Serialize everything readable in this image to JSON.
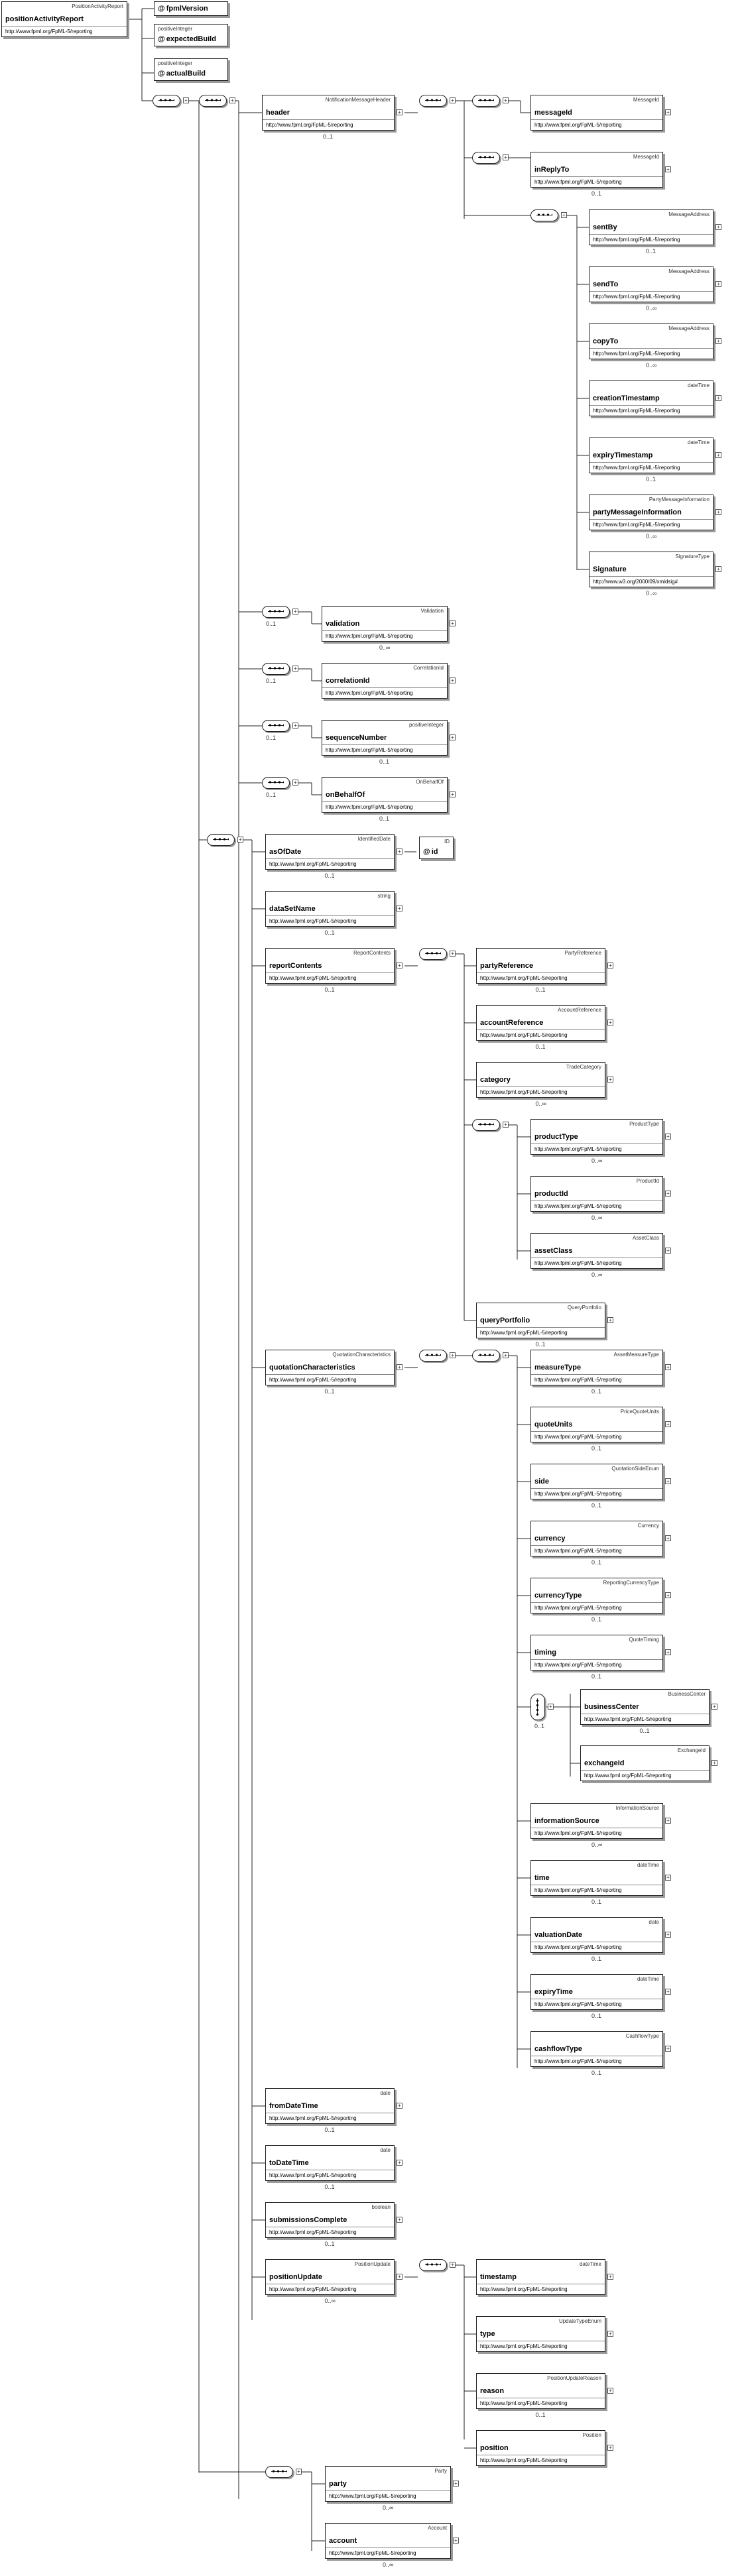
{
  "root": {
    "type": "PositionActivityReport",
    "name": "positionActivityReport",
    "ns": "http://www.fpml.org/FpML-5/reporting"
  },
  "attributes": [
    {
      "name": "fpmlVersion",
      "type": ""
    },
    {
      "name": "expectedBuild",
      "type": "positiveInteger"
    },
    {
      "name": "actualBuild",
      "type": "positiveInteger"
    }
  ],
  "nodes": [
    {
      "id": "header",
      "name": "header",
      "type": "NotificationMessageHeader",
      "card": "0..1"
    },
    {
      "id": "messageId",
      "name": "messageId",
      "type": "MessageId",
      "card": ""
    },
    {
      "id": "inReplyTo",
      "name": "inReplyTo",
      "type": "MessageId",
      "card": "0..1"
    },
    {
      "id": "sentBy",
      "name": "sentBy",
      "type": "MessageAddress",
      "card": "0..1"
    },
    {
      "id": "sendTo",
      "name": "sendTo",
      "type": "MessageAddress",
      "card": "0..∞"
    },
    {
      "id": "copyTo",
      "name": "copyTo",
      "type": "MessageAddress",
      "card": "0..∞"
    },
    {
      "id": "creationTimestamp",
      "name": "creationTimestamp",
      "type": "dateTime",
      "card": ""
    },
    {
      "id": "expiryTimestamp",
      "name": "expiryTimestamp",
      "type": "dateTime",
      "card": "0..1"
    },
    {
      "id": "partyMessageInformation",
      "name": "partyMessageInformation",
      "type": "PartyMessageInformation",
      "card": "0..∞"
    },
    {
      "id": "signature",
      "name": "Signature",
      "type": "SignatureType",
      "ns": "http://www.w3.org/2000/09/xmldsig#",
      "card": "0..∞"
    },
    {
      "id": "validation",
      "name": "validation",
      "type": "Validation",
      "card": "0..∞"
    },
    {
      "id": "correlationId",
      "name": "correlationId",
      "type": "CorrelationId",
      "card": ""
    },
    {
      "id": "sequenceNumber",
      "name": "sequenceNumber",
      "type": "positiveInteger",
      "card": "0..1"
    },
    {
      "id": "onBehalfOf",
      "name": "onBehalfOf",
      "type": "OnBehalfOf",
      "card": "0..1"
    },
    {
      "id": "asOfDate",
      "name": "asOfDate",
      "type": "IdentifiedDate",
      "card": "0..1"
    },
    {
      "id": "dataSetName",
      "name": "dataSetName",
      "type": "string",
      "card": "0..1"
    },
    {
      "id": "reportContents",
      "name": "reportContents",
      "type": "ReportContents",
      "card": "0..1"
    },
    {
      "id": "partyReference",
      "name": "partyReference",
      "type": "PartyReference",
      "card": "0..1"
    },
    {
      "id": "accountReference",
      "name": "accountReference",
      "type": "AccountReference",
      "card": "0..1"
    },
    {
      "id": "category",
      "name": "category",
      "type": "TradeCategory",
      "card": "0..∞"
    },
    {
      "id": "productType",
      "name": "productType",
      "type": "ProductType",
      "card": "0..∞"
    },
    {
      "id": "productId",
      "name": "productId",
      "type": "ProductId",
      "card": "0..∞"
    },
    {
      "id": "assetClass",
      "name": "assetClass",
      "type": "AssetClass",
      "card": "0..∞"
    },
    {
      "id": "queryPortfolio",
      "name": "queryPortfolio",
      "type": "QueryPortfolio",
      "card": "0..1"
    },
    {
      "id": "quotationCharacteristics",
      "name": "quotationCharacteristics",
      "type": "QuotationCharacteristics",
      "card": "0..1"
    },
    {
      "id": "measureType",
      "name": "measureType",
      "type": "AssetMeasureType",
      "card": "0..1"
    },
    {
      "id": "quoteUnits",
      "name": "quoteUnits",
      "type": "PriceQuoteUnits",
      "card": "0..1"
    },
    {
      "id": "side",
      "name": "side",
      "type": "QuotationSideEnum",
      "card": "0..1"
    },
    {
      "id": "currency",
      "name": "currency",
      "type": "Currency",
      "card": "0..1"
    },
    {
      "id": "currencyType",
      "name": "currencyType",
      "type": "ReportingCurrencyType",
      "card": "0..1"
    },
    {
      "id": "timing",
      "name": "timing",
      "type": "QuoteTiming",
      "card": "0..1"
    },
    {
      "id": "businessCenter",
      "name": "businessCenter",
      "type": "BusinessCenter",
      "card": "0..1"
    },
    {
      "id": "exchangeId",
      "name": "exchangeId",
      "type": "ExchangeId",
      "card": ""
    },
    {
      "id": "informationSource",
      "name": "informationSource",
      "type": "InformationSource",
      "card": "0..∞"
    },
    {
      "id": "time",
      "name": "time",
      "type": "dateTime",
      "card": "0..1"
    },
    {
      "id": "valuationDate",
      "name": "valuationDate",
      "type": "date",
      "card": "0..1"
    },
    {
      "id": "expiryTime",
      "name": "expiryTime",
      "type": "dateTime",
      "card": "0..1"
    },
    {
      "id": "cashflowType",
      "name": "cashflowType",
      "type": "CashflowType",
      "card": "0..1"
    },
    {
      "id": "fromDateTime",
      "name": "fromDateTime",
      "type": "date",
      "card": "0..1"
    },
    {
      "id": "toDateTime",
      "name": "toDateTime",
      "type": "date",
      "card": "0..1"
    },
    {
      "id": "submissionsComplete",
      "name": "submissionsComplete",
      "type": "boolean",
      "card": "0..1"
    },
    {
      "id": "positionUpdate",
      "name": "positionUpdate",
      "type": "PositionUpdate",
      "card": "0..∞"
    },
    {
      "id": "timestamp",
      "name": "timestamp",
      "type": "dateTime",
      "card": ""
    },
    {
      "id": "updType",
      "name": "type",
      "type": "UpdateTypeEnum",
      "card": ""
    },
    {
      "id": "reason",
      "name": "reason",
      "type": "PositionUpdateReason",
      "card": "0..1"
    },
    {
      "id": "position",
      "name": "position",
      "type": "Position",
      "card": ""
    },
    {
      "id": "party",
      "name": "party",
      "type": "Party",
      "card": "0..∞"
    },
    {
      "id": "account",
      "name": "account",
      "type": "Account",
      "card": "0..∞"
    }
  ],
  "idAttribute": {
    "name": "id",
    "type": "ID"
  },
  "defaultNs": "http://www.fpml.org/FpML-5/reporting",
  "compositorCards": {
    "validationSeq": "0..1",
    "correlationSeq": "0..1",
    "sequenceSeq": "0..1",
    "onBehalfSeq": "0..1",
    "exchangeChoice": "0..1"
  }
}
